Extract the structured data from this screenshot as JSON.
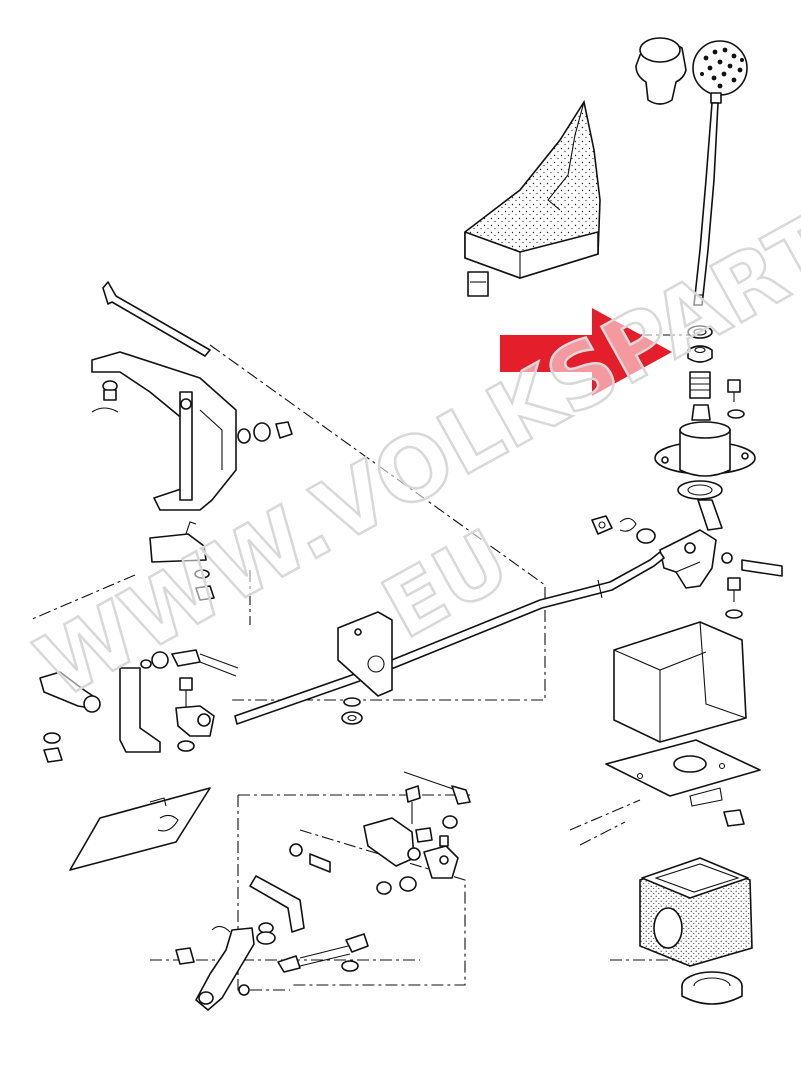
{
  "watermark": {
    "line1": "WWW.VOLKSPARTS.",
    "line2": "EU"
  },
  "highlight": {
    "arrow_color": "#e41e2b",
    "target": "shift-rod-retaining-ring"
  },
  "colors": {
    "line": "#111111",
    "background": "#ffffff",
    "watermark_outline": "#d8d8d8"
  }
}
